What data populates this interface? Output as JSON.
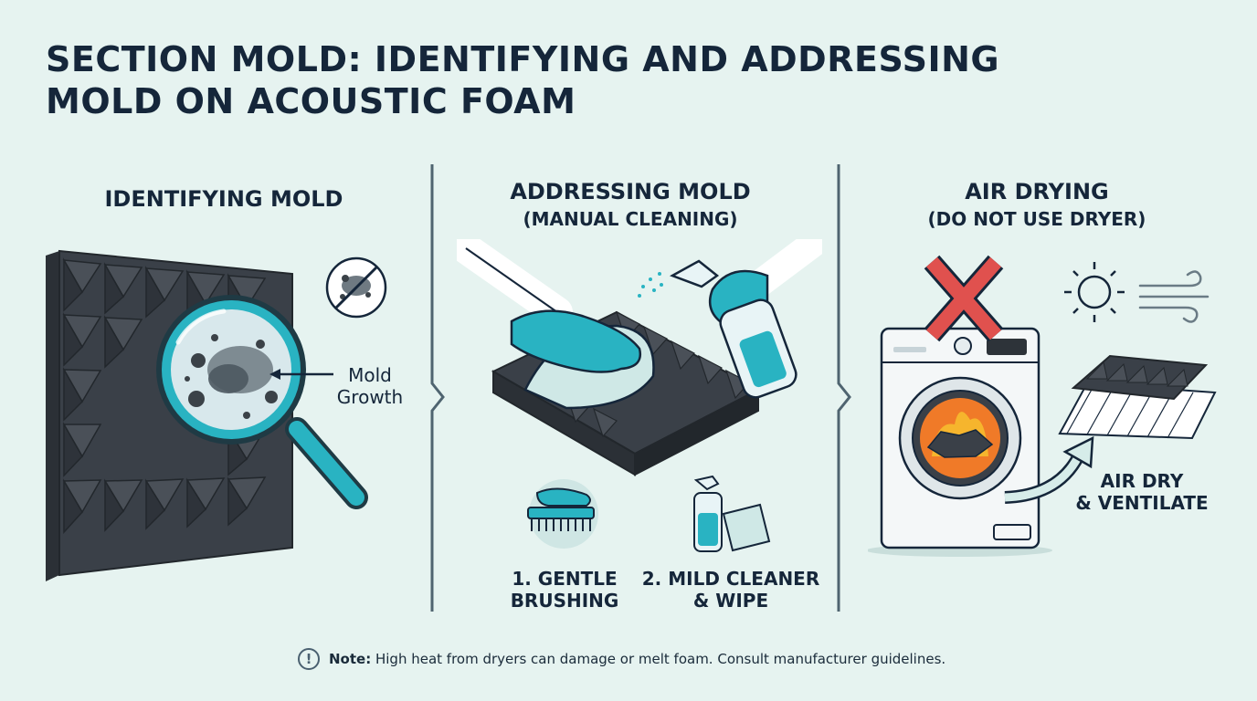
{
  "title": {
    "line1": "SECTION MOLD: IDENTIFYING AND ADDRESSING",
    "line2": "MOLD ON ACOUSTIC FOAM"
  },
  "panels": [
    {
      "heading": "IDENTIFYING MOLD",
      "callout": [
        "Mold",
        "Growth"
      ]
    },
    {
      "heading": "ADDRESSING MOLD",
      "subheading": "(MANUAL CLEANING)",
      "steps": [
        {
          "line1": "1. GENTLE",
          "line2": "BRUSHING"
        },
        {
          "line1": "2. MILD CLEANER",
          "line2": "& WIPE"
        }
      ]
    },
    {
      "heading": "AIR DRYING",
      "subheading": "(DO NOT USE DRYER)",
      "callout": [
        "AIR DRY",
        "& VENTILATE"
      ]
    }
  ],
  "note": {
    "icon": "exclamation-icon",
    "label": "Note:",
    "text": "High heat from dryers can damage or melt foam. Consult manufacturer guidelines."
  },
  "colors": {
    "background": "#e6f3f0",
    "accent_teal": "#29b3c2",
    "foam_dark": "#3a4048",
    "warning_red": "#e0514e",
    "text_dark": "#15263a"
  }
}
